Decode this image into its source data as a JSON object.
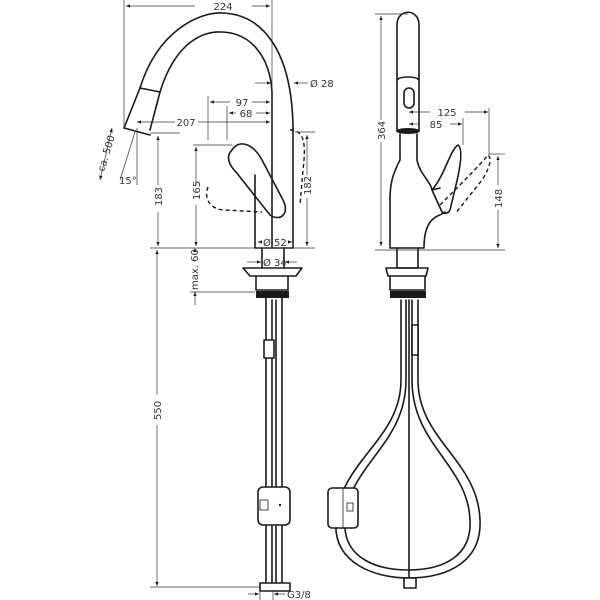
{
  "drawing": {
    "subject": "Single-lever kitchen faucet with pull-out spray",
    "line_color": "#1a1a1a",
    "background": "#ffffff",
    "front_view": {
      "dimensions": {
        "spout_reach_overall": "224",
        "spout_diameter": "Ø 28",
        "handle_offset_97": "97",
        "handle_offset_68": "68",
        "spray_reach": "207",
        "hose_pullout": "ca. 500",
        "spray_angle": "15°",
        "spout_outlet_height": "183",
        "handle_height": "165",
        "body_height": "182",
        "base_diameter": "Ø 52",
        "shank_diameter": "Ø 34",
        "max_deck_thickness": "max. 60",
        "hose_length": "550",
        "connection_thread": "G3/8"
      }
    },
    "side_view": {
      "dimensions": {
        "overall_height": "364",
        "lever_reach_open": "125",
        "lever_reach_closed": "85",
        "lever_height": "148"
      }
    }
  }
}
